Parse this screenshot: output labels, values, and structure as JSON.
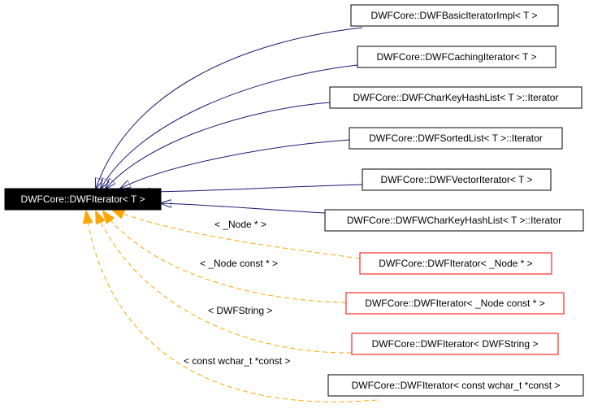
{
  "diagram": {
    "main": {
      "label": "DWFCore::DWFIterator< T >"
    },
    "nodes": [
      {
        "id": "n0",
        "label": "DWFCore::DWFBasicIteratorImpl< T >",
        "kind": "derived"
      },
      {
        "id": "n1",
        "label": "DWFCore::DWFCachingIterator< T >",
        "kind": "derived"
      },
      {
        "id": "n2",
        "label": "DWFCore::DWFCharKeyHashList< T >::Iterator",
        "kind": "derived"
      },
      {
        "id": "n3",
        "label": "DWFCore::DWFSortedList< T >::Iterator",
        "kind": "derived"
      },
      {
        "id": "n4",
        "label": "DWFCore::DWFVectorIterator< T >",
        "kind": "derived"
      },
      {
        "id": "n5",
        "label": "DWFCore::DWFWCharKeyHashList< T >::Iterator",
        "kind": "derived"
      },
      {
        "id": "n6",
        "label": "DWFCore::DWFIterator< _Node * >",
        "kind": "instance"
      },
      {
        "id": "n7",
        "label": "DWFCore::DWFIterator< _Node const * >",
        "kind": "instance"
      },
      {
        "id": "n8",
        "label": "DWFCore::DWFIterator< DWFString >",
        "kind": "instance"
      },
      {
        "id": "n9",
        "label": "DWFCore::DWFIterator< const wchar_t *const >",
        "kind": "instance-black"
      }
    ],
    "edge_labels": [
      {
        "for": "n6",
        "text": "< _Node * >"
      },
      {
        "for": "n7",
        "text": "< _Node const * >"
      },
      {
        "for": "n8",
        "text": "< DWFString >"
      },
      {
        "for": "n9",
        "text": "< const wchar_t *const  >"
      }
    ],
    "colors": {
      "inherit_edge": "#191970",
      "template_edge": "#FFA500",
      "main_fill": "#000000",
      "instance_border": "#FF0000",
      "default_border": "#000000"
    }
  }
}
